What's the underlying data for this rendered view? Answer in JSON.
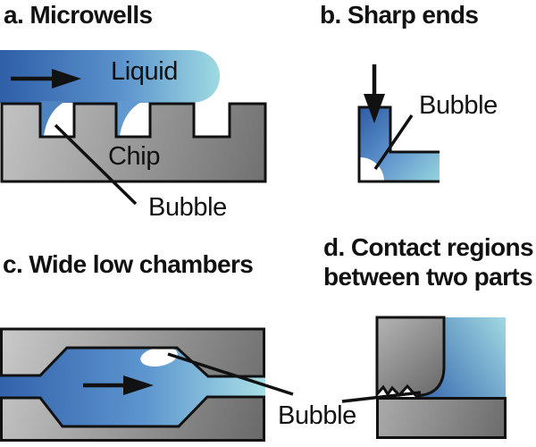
{
  "figure": {
    "panel_a": {
      "title": "a. Microwells",
      "liquid_label": "Liquid",
      "chip_label": "Chip",
      "bubble_label": "Bubble"
    },
    "panel_b": {
      "title": "b. Sharp ends",
      "bubble_label": "Bubble"
    },
    "panel_c": {
      "title": "c. Wide low chambers"
    },
    "panel_d": {
      "title_line1": "d. Contact regions",
      "title_line2": "between two parts"
    },
    "shared": {
      "bubble_label": "Bubble"
    }
  },
  "colors": {
    "liquid_dark_blue": "#2f5fa8",
    "liquid_mid_blue": "#5b92cc",
    "liquid_light_cyan": "#9fdae2",
    "chip_gray_light": "#c3c3c3",
    "chip_gray_dark": "#717171",
    "bubble_white": "#ffffff",
    "outline_black": "#111111"
  }
}
